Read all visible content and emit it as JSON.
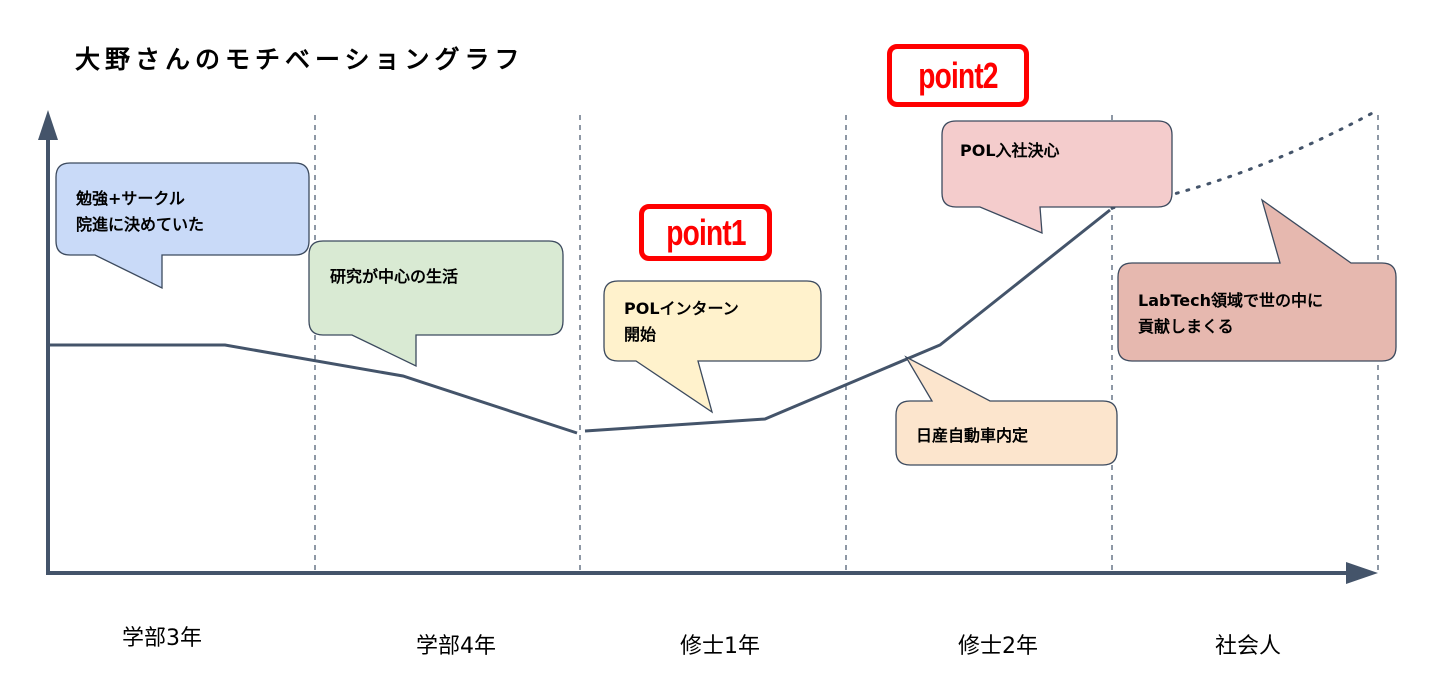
{
  "title": "大野さんのモチベーショングラフ",
  "periods": [
    "学部3年",
    "学部4年",
    "修士1年",
    "修士2年",
    "社会人"
  ],
  "callouts": [
    {
      "text": "勉強+サークル\n院進に決めていた",
      "color": "#c9daf8"
    },
    {
      "text": "研究が中心の生活",
      "color": "#d9ead3"
    },
    {
      "text": "POLインターン\n開始",
      "color": "#fff2cc"
    },
    {
      "text": "POL入社決心",
      "color": "#f4cccc"
    },
    {
      "text": "日産自動車内定",
      "color": "#fce5cd"
    },
    {
      "text": "LabTech領域で世の中に\n貢献しまくる",
      "color": "#e6b8af"
    }
  ],
  "points": [
    "point1",
    "point2"
  ],
  "colors": {
    "line": "#44546a",
    "accent": "#ff0000",
    "stroke": "#3c4a5e"
  }
}
